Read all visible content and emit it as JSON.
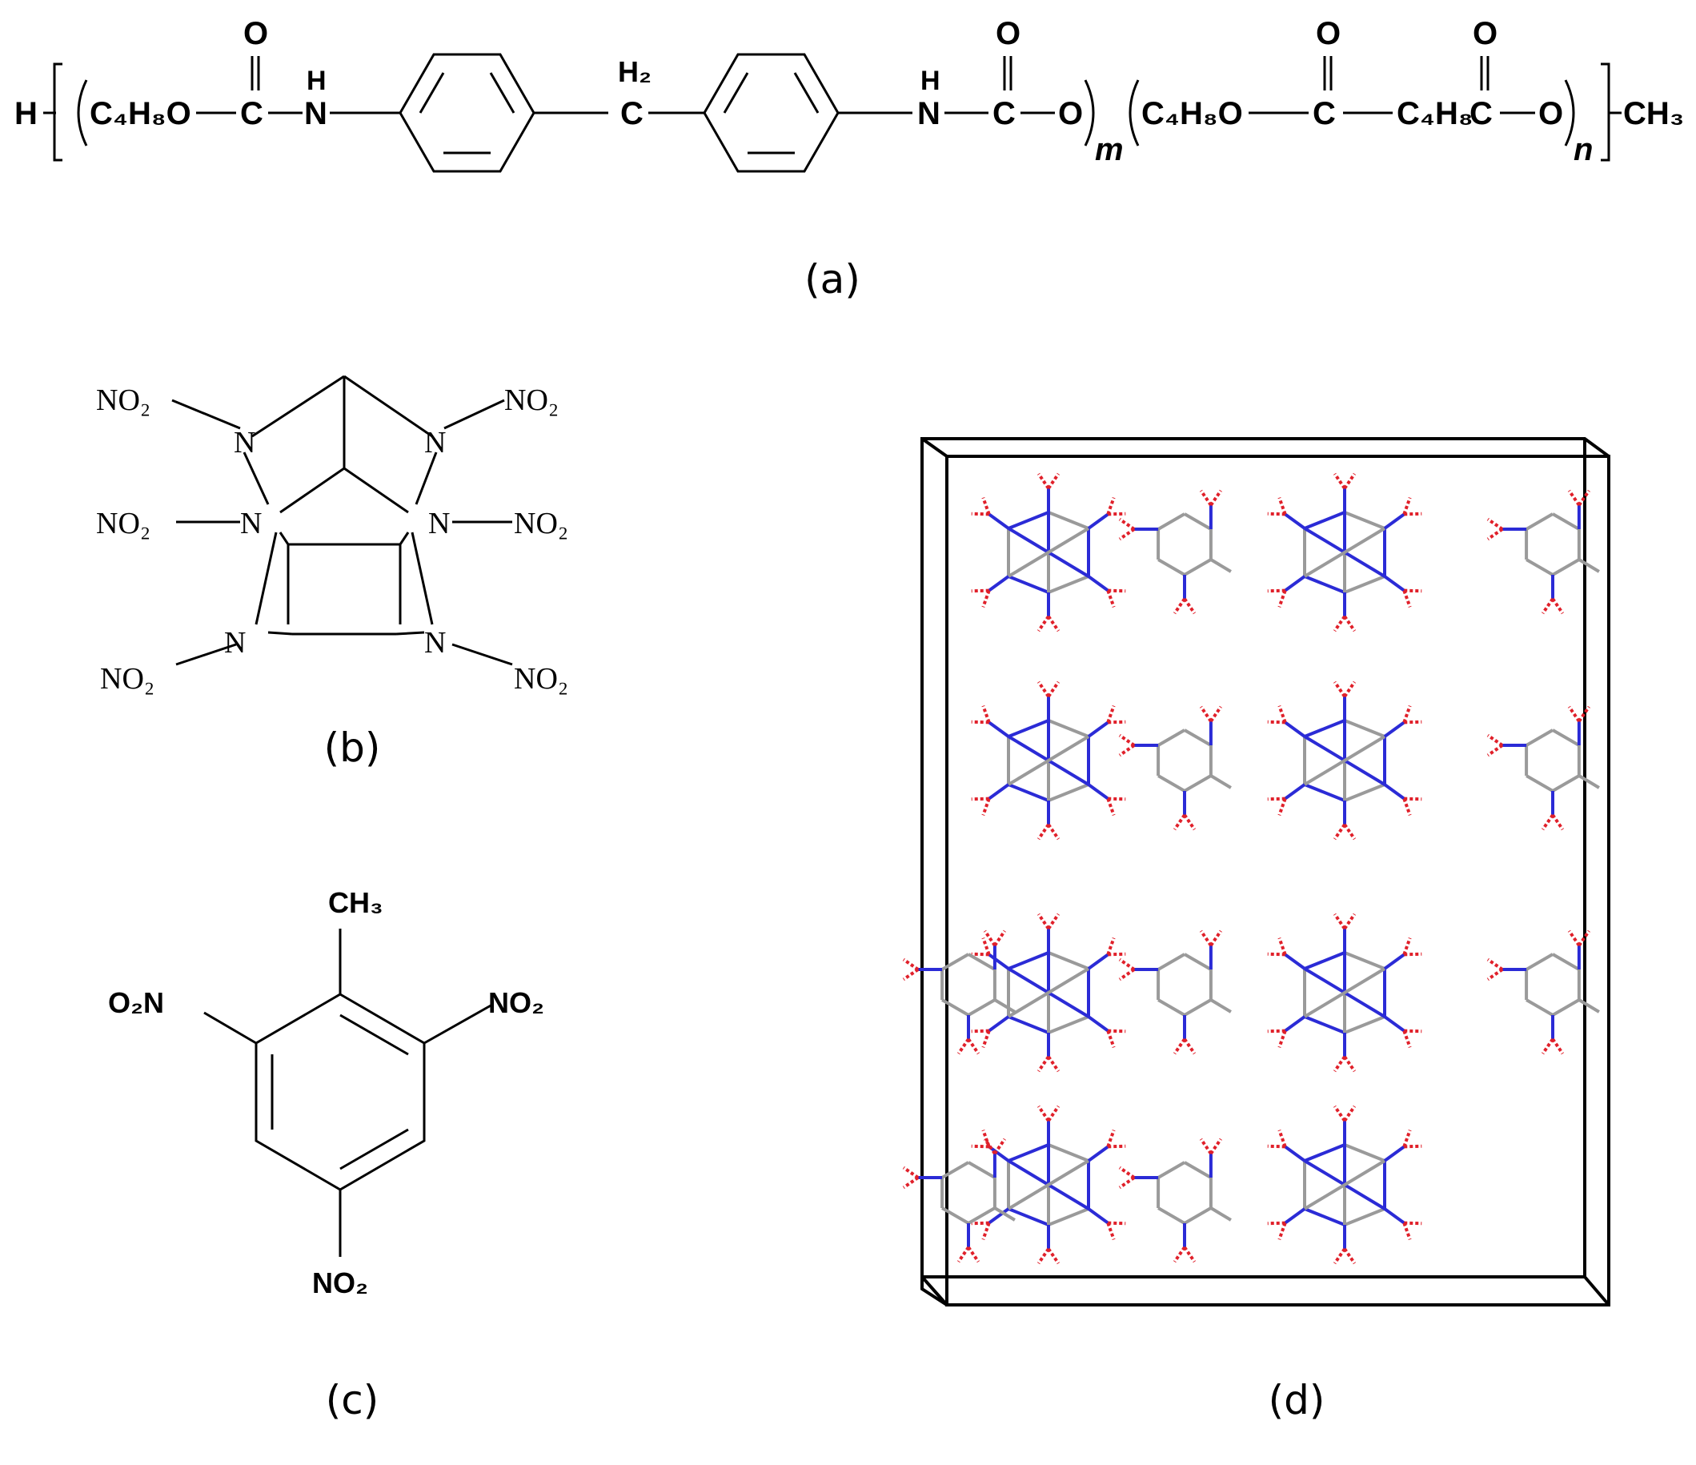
{
  "panel_a": {
    "caption": "(a)",
    "labels": {
      "h_start": "H",
      "c4h8o": "C₄H₈O",
      "c": "C",
      "o": "O",
      "h": "H",
      "n": "N",
      "h2": "H₂",
      "m": "m",
      "n_sub": "n",
      "c4h8": "C₄H₈",
      "ch3": "CH₃"
    }
  },
  "panel_b": {
    "caption": "(b)",
    "labels": {
      "no2": "NO₂",
      "n": "N"
    }
  },
  "panel_c": {
    "caption": "(c)",
    "labels": {
      "ch3": "CH₃",
      "o2n": "O₂N",
      "no2": "NO₂"
    }
  },
  "panel_d": {
    "caption": "(d)",
    "colors": {
      "nitrogen": "#2b2bd6",
      "oxygen": "#e0202a",
      "carbon": "#9a9a9a",
      "cell": "#000000"
    }
  }
}
